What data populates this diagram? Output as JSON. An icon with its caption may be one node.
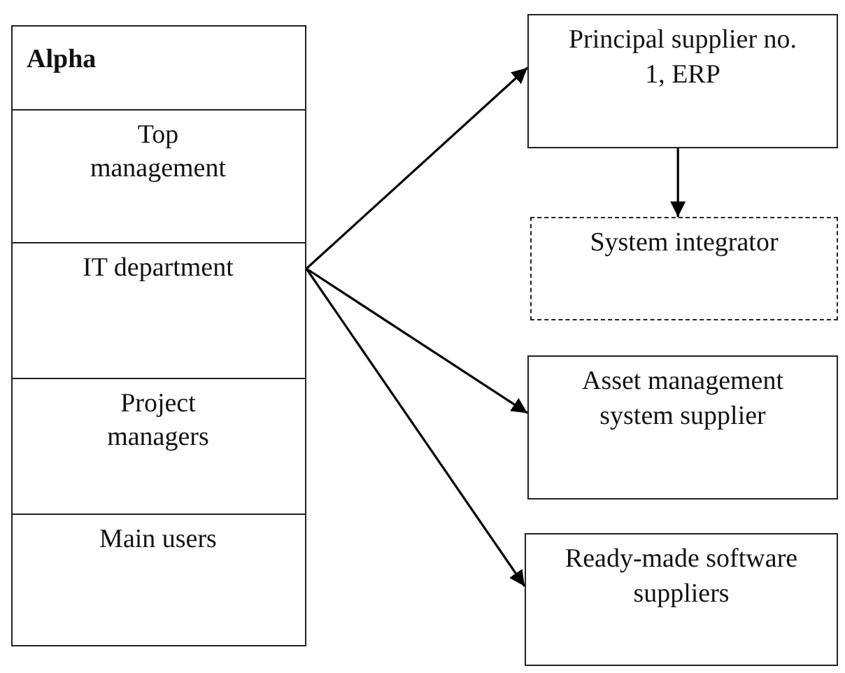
{
  "diagram": {
    "nodes": [
      {
        "text": [
          "Alpha"
        ]
      },
      {
        "text": [
          "Top management"
        ],
        "in": 0
      },
      {
        "text": [
          "IT department"
        ],
        "in": 0
      },
      {
        "text": [
          "Project managers"
        ],
        "in": 0
      },
      {
        "text": [
          "Main users"
        ],
        "in": 0
      },
      {
        "text": [
          "Principal supplier no. 1, ERP"
        ]
      },
      {
        "text": [
          "System integrator"
        ]
      },
      {
        "text": [
          "Asset management system supplier"
        ]
      },
      {
        "text": [
          "Ready-made software suppliers"
        ]
      }
    ],
    "edges": [
      {
        "from": 2,
        "to": 5,
        "arrow": "to"
      },
      {
        "from": 5,
        "to": 6,
        "arrow": "to"
      },
      {
        "from": 2,
        "to": 7,
        "arrow": "to"
      },
      {
        "from": 2,
        "to": 8,
        "arrow": "to"
      }
    ]
  }
}
